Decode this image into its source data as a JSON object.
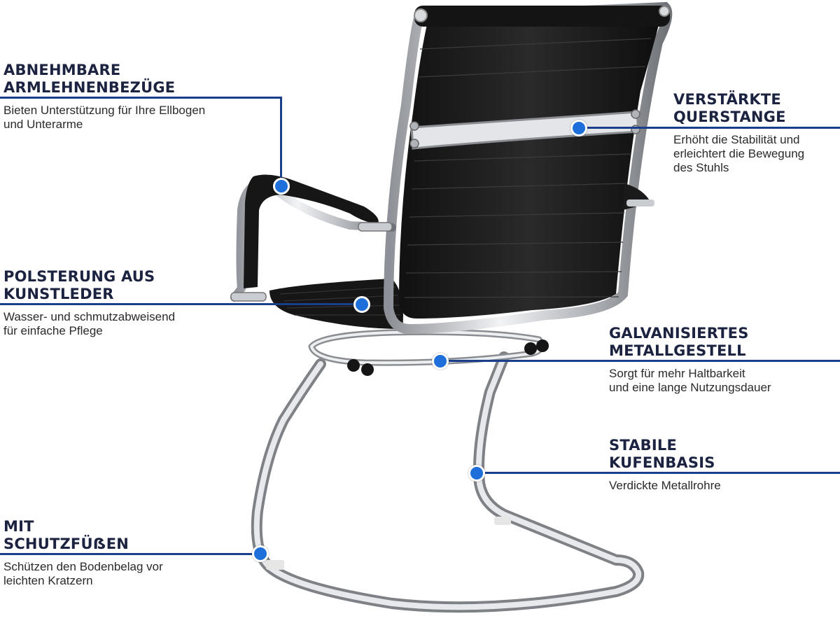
{
  "colors": {
    "accent": "#1e6fd9",
    "line": "#1a3f8a",
    "title": "#1c2340",
    "leather": "#1b1b1b",
    "chrome": "#c9ccd1"
  },
  "features": {
    "armrest": {
      "title": "ABNEHMBARE\nARMLEHNENBEZÜGE",
      "desc": "Bieten Unterstützung für Ihre Ellbogen\nund Unterarme"
    },
    "crossbar": {
      "title": "VERSTÄRKTE\nQUERSTANGE",
      "desc": "Erhöht die Stabilität und\nerleichtert die Bewegung\ndes Stuhls"
    },
    "upholstery": {
      "title": "POLSTERUNG AUS\nKUNSTLEDER",
      "desc": "Wasser- und schmutzabweisend\nfür einfache Pflege"
    },
    "frame": {
      "title": "GALVANISIERTES\nMETALLGESTELL",
      "desc": "Sorgt für mehr Haltbarkeit\nund eine lange Nutzungsdauer"
    },
    "base": {
      "title": "STABILE\nKUFENBASIS",
      "desc": "Verdickte Metallrohre"
    },
    "feet": {
      "title": "MIT\nSCHUTZFÜẞEN",
      "desc": "Schützen den Bodenbelag vor\nleichten Kratzern"
    }
  }
}
